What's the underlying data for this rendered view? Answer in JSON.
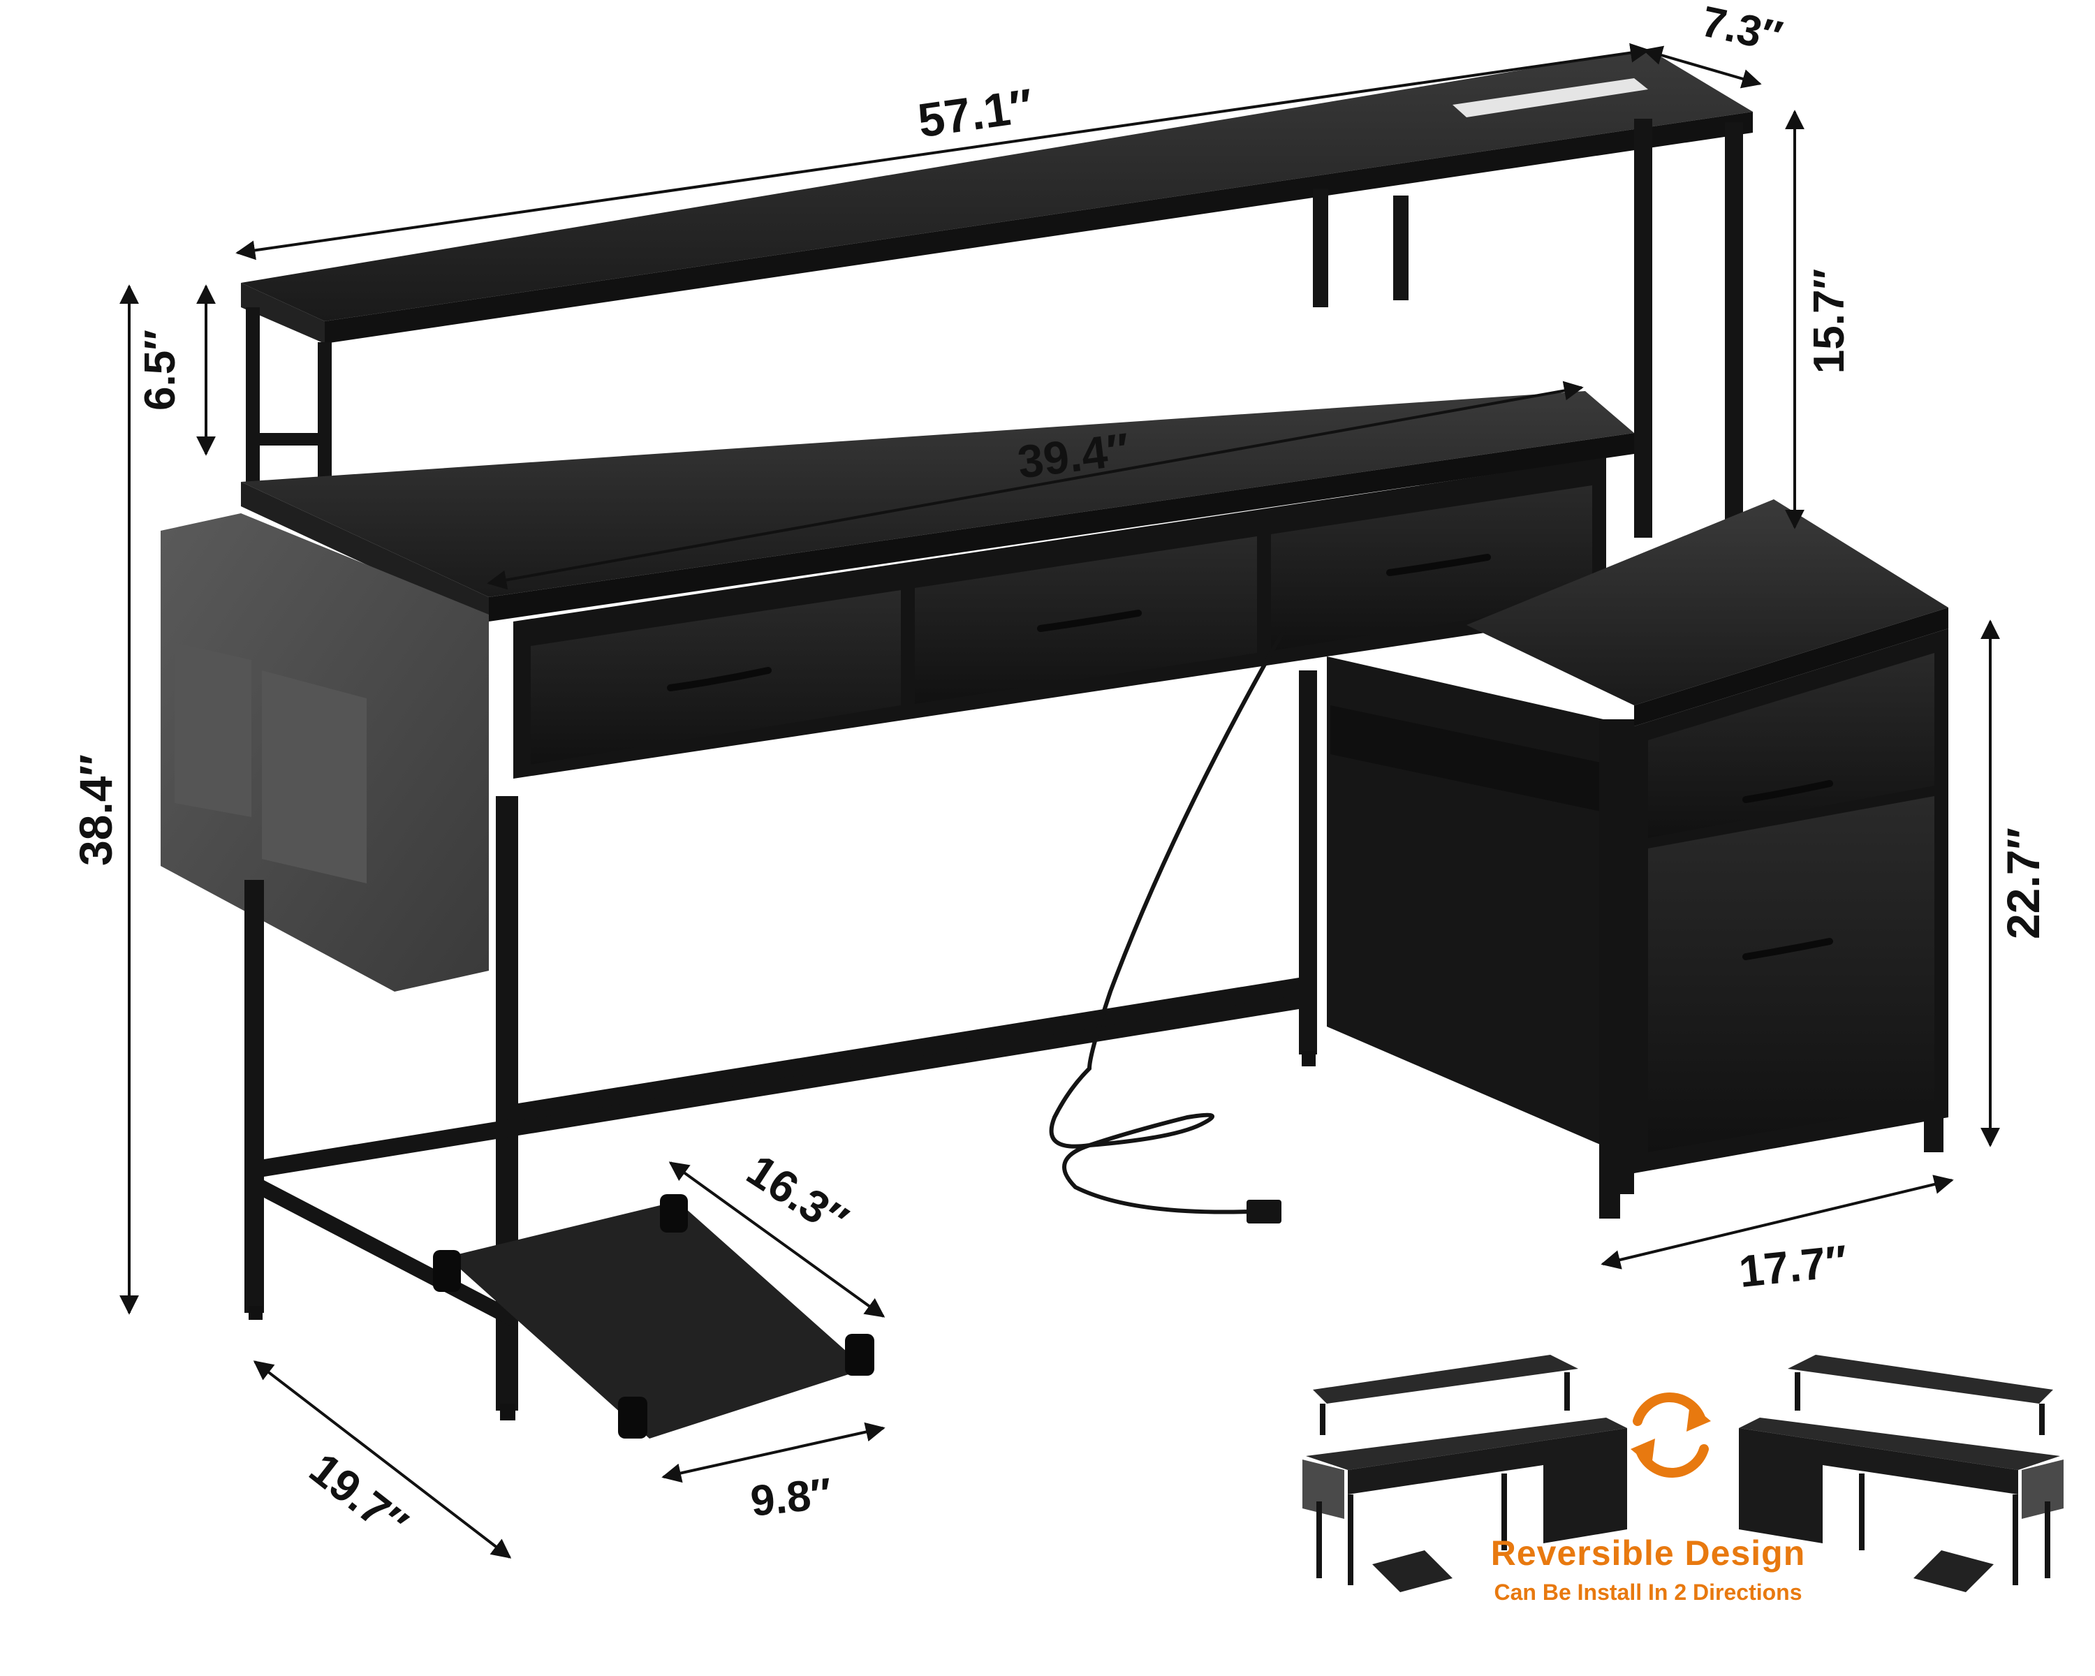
{
  "dimensions": {
    "overall_width": "57.1″",
    "hutch_depth": "7.3″",
    "shelf_clearance": "6.5″",
    "hutch_height": "15.7″",
    "desktop_width": "39.4″",
    "total_height": "38.4″",
    "cabinet_height": "22.7″",
    "cabinet_depth": "17.7″",
    "stand_length": "16.3″",
    "stand_width": "9.8″",
    "desk_depth": "19.7″"
  },
  "reversible": {
    "title": "Reversible Design",
    "subtitle": "Can Be Install In 2 Directions"
  },
  "colors": {
    "accent": "#e8790f",
    "frame": "#141414",
    "board": "#2a2a2a",
    "fabric": "#4a4a4a"
  },
  "icons": {
    "reverse": "circular-arrows-icon"
  }
}
